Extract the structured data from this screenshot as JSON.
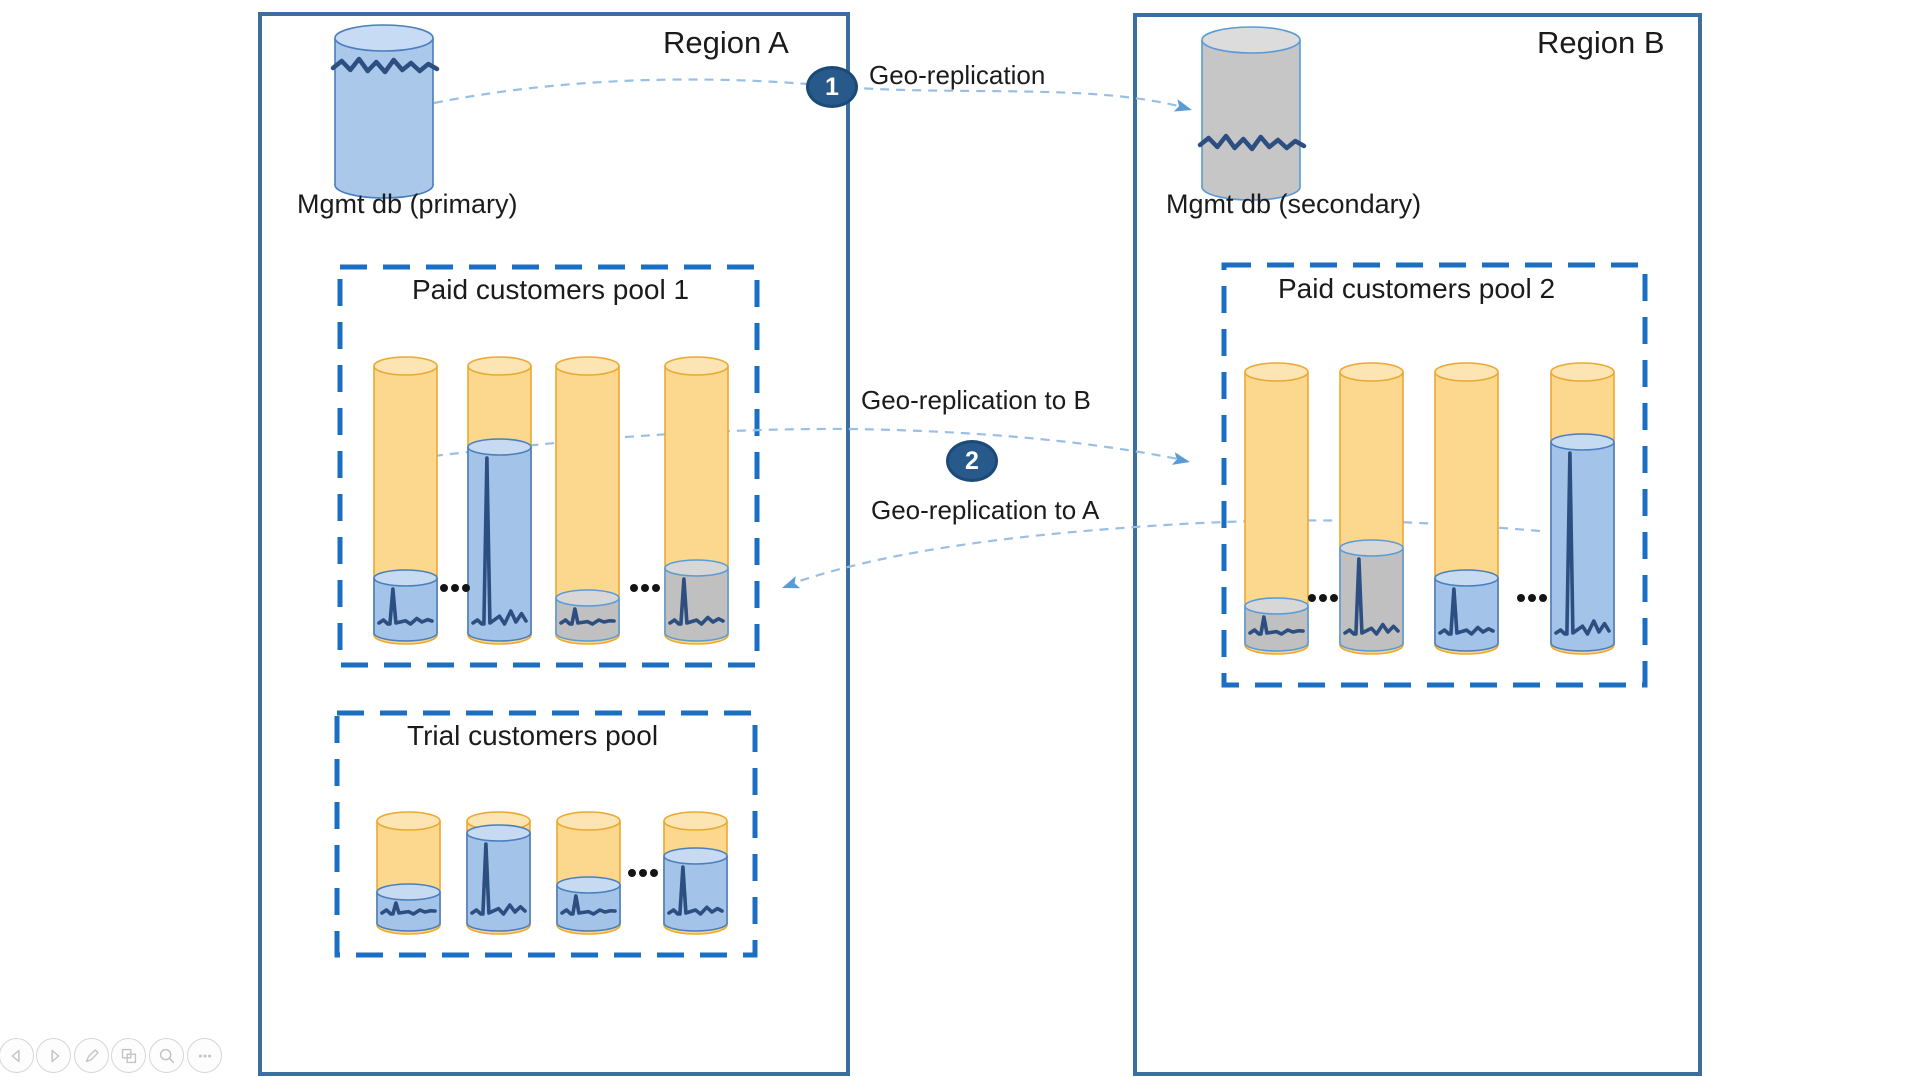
{
  "regions": {
    "region_a": {
      "label": "Region A"
    },
    "region_b": {
      "label": "Region B"
    }
  },
  "databases": {
    "mgmt_primary": {
      "label": "Mgmt db (primary)"
    },
    "mgmt_secondary": {
      "label": "Mgmt db (secondary)"
    }
  },
  "pools": {
    "paid_pool_1": {
      "title": "Paid customers pool 1",
      "ellipsis": "..."
    },
    "trial_pool": {
      "title": "Trial customers pool",
      "ellipsis": "..."
    },
    "paid_pool_2": {
      "title": "Paid customers pool 2",
      "ellipsis": "..."
    }
  },
  "arrows": {
    "geo_replication": {
      "badge": "1",
      "label": "Geo-replication"
    },
    "geo_to_b": {
      "badge": "2",
      "label": "Geo-replication to B"
    },
    "geo_to_a": {
      "label": "Geo-replication to A"
    }
  },
  "toolbar": {
    "icons": [
      "previous-slide",
      "next-slide",
      "pen-annotate",
      "all-slides",
      "zoom",
      "more-options"
    ]
  },
  "colors": {
    "region_border": "#3C6E9F",
    "pool_border": "#1A6FC2",
    "orange_body": "#FCD88F",
    "orange_top": "#FCE4B3",
    "orange_stroke": "#EBA832",
    "blue_body": "#A3C4E8",
    "blue_top": "#C6DAF2",
    "blue_stroke": "#4A7EBE",
    "gray_body": "#C0C0C0",
    "gray_top": "#D7D7D7",
    "gray_stroke": "#5B9BD5",
    "mgmt_primary_body": "#A9C8EA",
    "mgmt_primary_top": "#C7DCF4",
    "mgmt_secondary_body": "#C6C6C6",
    "mgmt_secondary_top": "#DCDCDC",
    "sparkline": "#2D4E80",
    "arrow_dash": "#9ABFE4",
    "arrow_head": "#5B9BD5",
    "badge_bg": "#27598A",
    "badge_border": "#1C4A77",
    "text": "#1B1B1B",
    "toolbar_icon": "#C4C4C4",
    "toolbar_border": "#D6D6D6"
  }
}
